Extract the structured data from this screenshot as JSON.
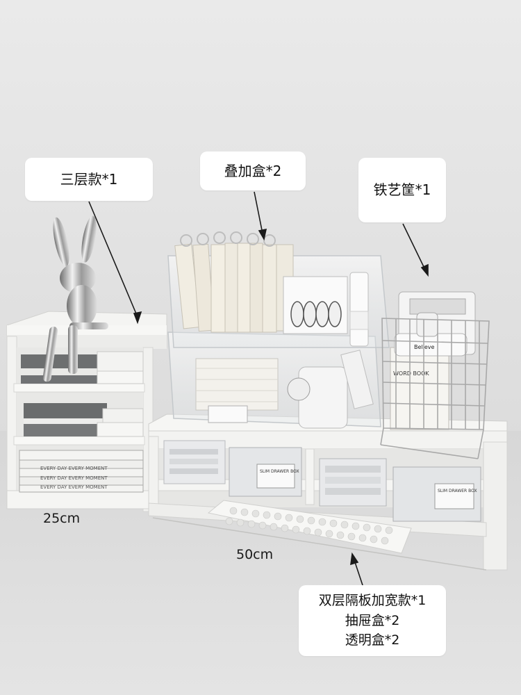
{
  "callouts": {
    "three_tier": "三层款*1",
    "stack_box": "叠加盒*2",
    "iron_basket": "铁艺筐*1",
    "double_tier_lines": [
      "双层隔板加宽款*1",
      "抽屉盒*2",
      "透明盒*2"
    ]
  },
  "dimensions": {
    "width_left": "25cm",
    "width_right": "50cm"
  },
  "props": {
    "book_spine_text": "EVERY DAY EVERY MOMENT",
    "drawer_label": "SLIM DRAWER BOX",
    "clip_label": "Believe",
    "notebook_text": "WORD BOOK"
  },
  "colors": {
    "wall": "#e6e6e6",
    "floor": "#dedede",
    "shelf": "#f6f6f4",
    "shadow": "#c9c9c7"
  }
}
